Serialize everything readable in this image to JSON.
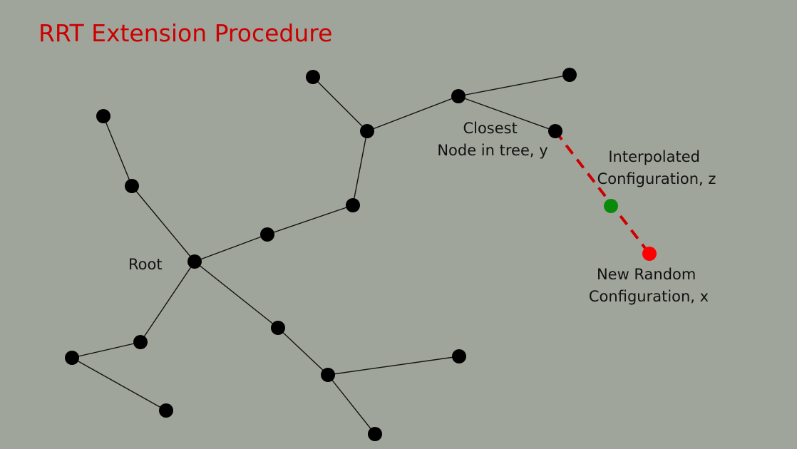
{
  "title": "RRT Extension Procedure",
  "colors": {
    "background": "#a0a59b",
    "title": "#cc0000",
    "node": "#000000",
    "edge": "#111111",
    "label": "#111111",
    "extension": "#cc0000",
    "interpolated_node": "#0a8a0a",
    "random_node": "#ff0000"
  },
  "labels": {
    "root": "Root",
    "closest": [
      "Closest",
      "Node in tree, y"
    ],
    "interpolated": [
      "Interpolated",
      "Configuration, z"
    ],
    "random": [
      "New Random",
      "Configuration, x"
    ]
  },
  "tree": {
    "nodes": [
      "root",
      "n1",
      "n2",
      "n3",
      "n4",
      "n5",
      "n6",
      "n7",
      "n8",
      "n9",
      "n10",
      "n11",
      "n12",
      "n13",
      "n14",
      "n15",
      "n16"
    ],
    "edges": [
      [
        "root",
        "n2"
      ],
      [
        "n2",
        "n1"
      ],
      [
        "root",
        "n3"
      ],
      [
        "n3",
        "n4"
      ],
      [
        "n4",
        "n5"
      ],
      [
        "n5",
        "n6"
      ],
      [
        "n5",
        "n7"
      ],
      [
        "n7",
        "n8"
      ],
      [
        "n7",
        "n9"
      ],
      [
        "root",
        "n10"
      ],
      [
        "n10",
        "n11"
      ],
      [
        "n11",
        "n12"
      ],
      [
        "root",
        "n13"
      ],
      [
        "n13",
        "n14"
      ],
      [
        "n14",
        "n15"
      ],
      [
        "n14",
        "n16"
      ]
    ],
    "closest_node": "n9"
  },
  "extension": {
    "from": "closest",
    "via": "interpolated",
    "to": "random"
  }
}
